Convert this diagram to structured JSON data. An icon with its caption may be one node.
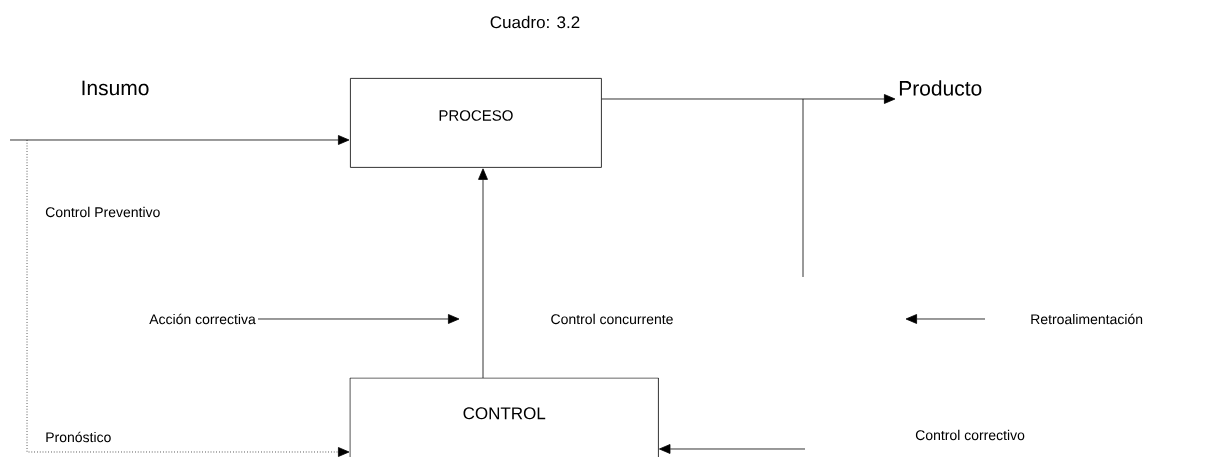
{
  "diagram": {
    "title": "Cuadro: 3.2",
    "nodes": [
      {
        "text": [
          "PROCESO"
        ]
      },
      {
        "text": [
          "CONTROL"
        ]
      },
      {
        "text": [
          "Producto"
        ]
      },
      {
        "text": [
          "Acción correctiva"
        ]
      }
    ],
    "edges": [
      {
        "from": null,
        "to": 0,
        "arrow": "to"
      },
      {
        "from": 0,
        "to": 2,
        "arrow": "to"
      },
      {
        "from": 1,
        "to": 0,
        "arrow": "to"
      },
      {
        "from": 3,
        "to": null,
        "arrow": "to"
      },
      {
        "from": null,
        "to": 1,
        "arrow": "to"
      },
      {
        "from": null,
        "to": 1,
        "arrow": "to",
        "style": "dashed"
      }
    ],
    "labels": [
      "Insumo",
      "Control Preventivo",
      "Control concurrente",
      "Retroalimentación",
      "Pronóstico",
      "Control correctivo"
    ]
  }
}
